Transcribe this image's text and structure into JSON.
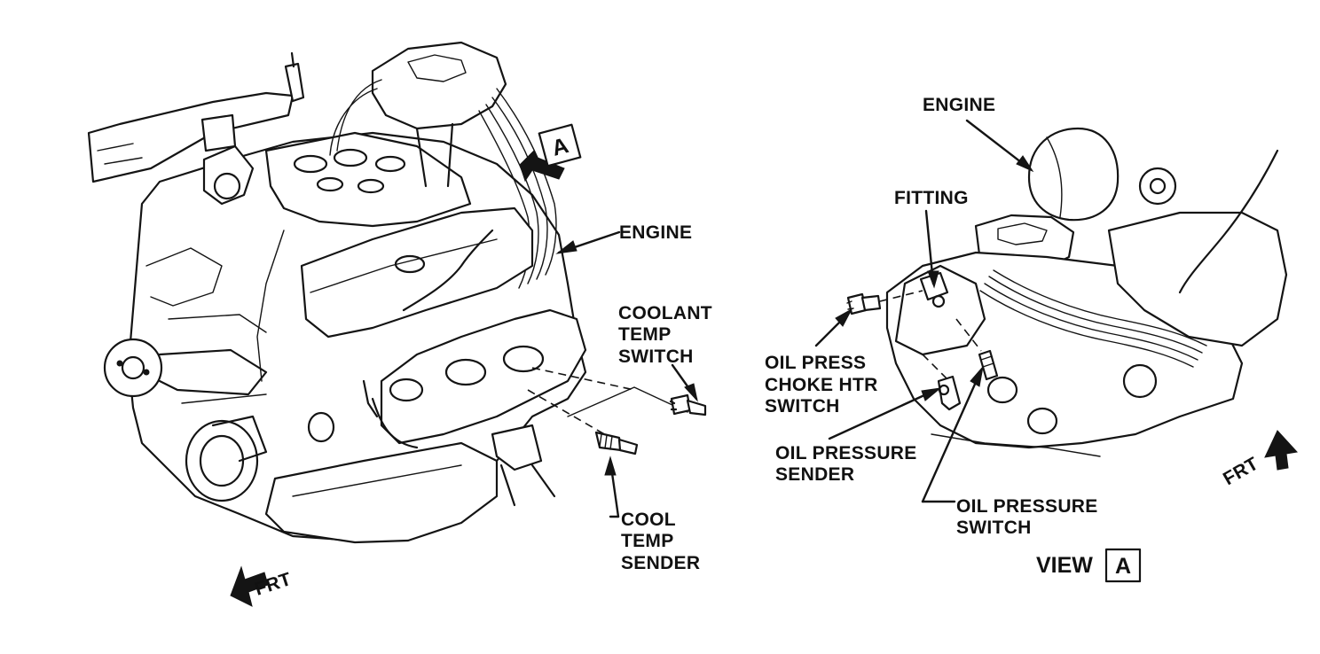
{
  "left_view": {
    "view_tag": "A",
    "labels": {
      "engine": "ENGINE",
      "coolant_temp_switch": [
        "COOLANT",
        "TEMP",
        "SWITCH"
      ],
      "cool_temp_sender": [
        "COOL",
        "TEMP",
        "SENDER"
      ],
      "frt": "FRT"
    }
  },
  "right_view": {
    "labels": {
      "engine": "ENGINE",
      "fitting": "FITTING",
      "oil_press_choke_htr_switch": [
        "OIL PRESS",
        "CHOKE HTR",
        "SWITCH"
      ],
      "oil_pressure_sender": [
        "OIL PRESSURE",
        "SENDER"
      ],
      "oil_pressure_switch": [
        "OIL PRESSURE",
        "SWITCH"
      ],
      "frt": "FRT"
    },
    "caption": {
      "prefix": "VIEW",
      "tag": "A"
    }
  }
}
